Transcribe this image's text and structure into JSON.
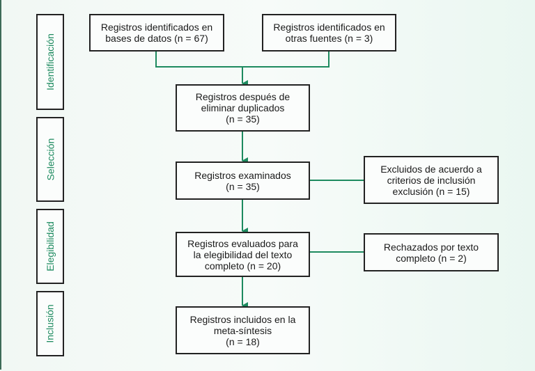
{
  "stages": [
    "Identificación",
    "Selección",
    "Elegibilidad",
    "Inclusión"
  ],
  "boxes": {
    "db": "Registros identificados en\nbases de datos (n = 67)",
    "other": "Registros identificados en\notras fuentes (n = 3)",
    "dedup": "Registros después de\neliminar duplicados\n(n = 35)",
    "screened": "Registros examinados\n(n = 35)",
    "excluded": "Excluidos de acuerdo a\ncriterios de inclusión\nexclusión (n = 15)",
    "eligibility": "Registros evaluados para\nla elegibilidad del texto\ncompleto (n = 20)",
    "rejected": "Rechazados por texto\ncompleto (n = 2)",
    "included": "Registros incluidos en la\nmeta-síntesis\n(n = 18)"
  },
  "colors": {
    "accent": "#1d8a5f",
    "border": "#222222"
  }
}
